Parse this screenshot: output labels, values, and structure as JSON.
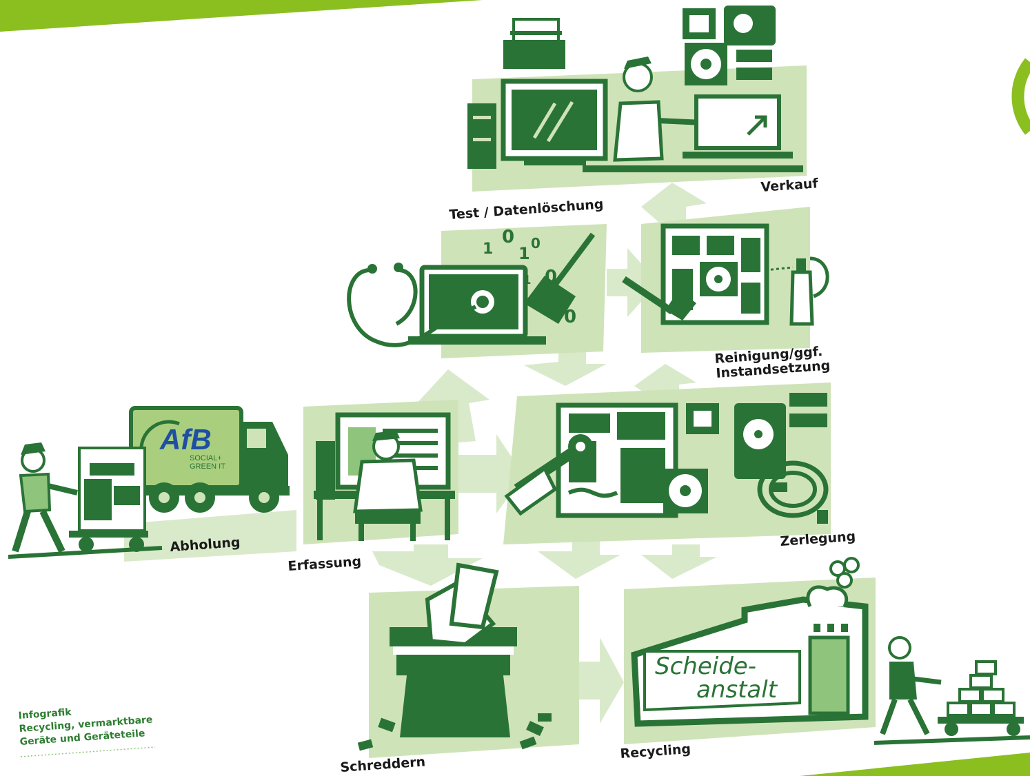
{
  "stages": {
    "abholung": "Abholung",
    "erfassung": "Erfassung",
    "test": "Test / Datenlöschung",
    "verkauf": "Verkauf",
    "reinigung_line1": "Reinigung/ggf.",
    "reinigung_line2": "Instandsetzung",
    "zerlegung": "Zerlegung",
    "schreddern": "Schreddern",
    "recycling": "Recycling"
  },
  "truck_logo": {
    "mark": "AfB",
    "line1": "SOCIAL+",
    "line2": "GREEN IT"
  },
  "factory_sign": {
    "line1": "Scheide-",
    "line2": "anstalt"
  },
  "binary_digits": [
    "1",
    "0",
    "1",
    "0",
    "1",
    "0",
    "1",
    "0"
  ],
  "caption": {
    "line1": "Infografik",
    "line2": "Recycling, vermarktbare",
    "line3": "Geräte und Geräteteile"
  },
  "colors": {
    "brand_green": "#8bbf1f",
    "ink_green": "#2a7336",
    "panel_green": "#cfe3b9"
  }
}
